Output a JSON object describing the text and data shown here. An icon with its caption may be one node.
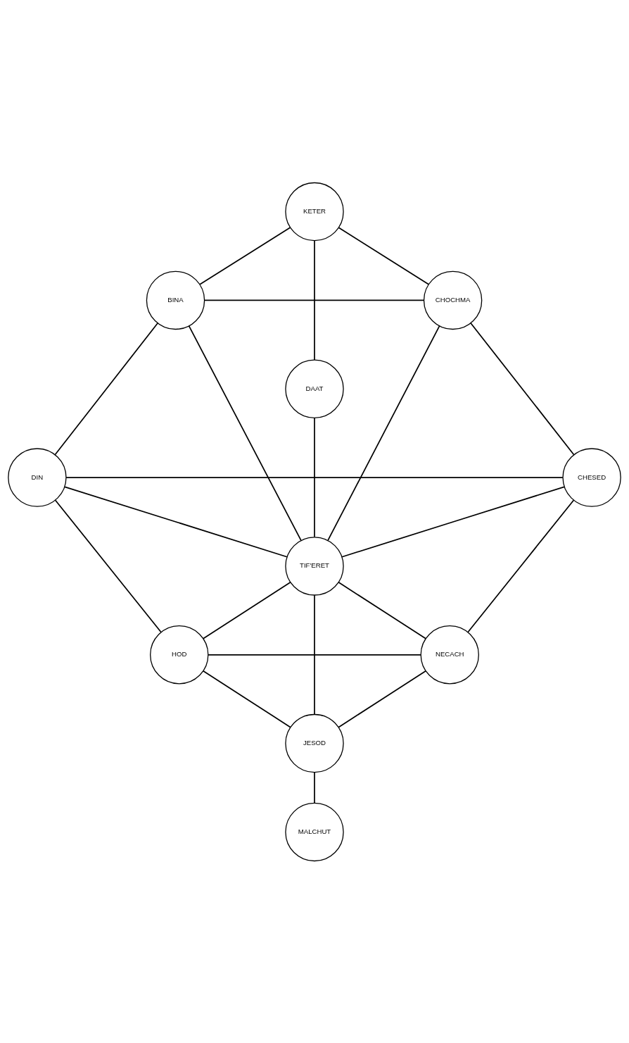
{
  "diagram": {
    "nodes": [
      {
        "text": [
          "KETER"
        ]
      },
      {
        "text": [
          "BINA"
        ]
      },
      {
        "text": [
          "CHOCHMA"
        ]
      },
      {
        "text": [
          "DAAT"
        ]
      },
      {
        "text": [
          "DIN"
        ]
      },
      {
        "text": [
          "CHESED"
        ]
      },
      {
        "text": [
          "TIF'ERET"
        ]
      },
      {
        "text": [
          "HOD"
        ]
      },
      {
        "text": [
          "NECACH"
        ]
      },
      {
        "text": [
          "JESOD"
        ]
      },
      {
        "text": [
          "MALCHUT"
        ]
      }
    ],
    "edges": [
      {
        "from": 0,
        "to": 1,
        "arrow": "none"
      },
      {
        "from": 0,
        "to": 2,
        "arrow": "none"
      },
      {
        "from": 0,
        "to": 3,
        "arrow": "none"
      },
      {
        "from": 1,
        "to": 2,
        "arrow": "none"
      },
      {
        "from": 1,
        "to": 4,
        "arrow": "none"
      },
      {
        "from": 1,
        "to": 6,
        "arrow": "none"
      },
      {
        "from": 2,
        "to": 5,
        "arrow": "none"
      },
      {
        "from": 2,
        "to": 6,
        "arrow": "none"
      },
      {
        "from": 3,
        "to": 6,
        "arrow": "none"
      },
      {
        "from": 4,
        "to": 5,
        "arrow": "none"
      },
      {
        "from": 4,
        "to": 6,
        "arrow": "none"
      },
      {
        "from": 5,
        "to": 6,
        "arrow": "none"
      },
      {
        "from": 4,
        "to": 7,
        "arrow": "none"
      },
      {
        "from": 5,
        "to": 8,
        "arrow": "none"
      },
      {
        "from": 6,
        "to": 7,
        "arrow": "none"
      },
      {
        "from": 6,
        "to": 8,
        "arrow": "none"
      },
      {
        "from": 7,
        "to": 8,
        "arrow": "none"
      },
      {
        "from": 7,
        "to": 9,
        "arrow": "none"
      },
      {
        "from": 8,
        "to": 9,
        "arrow": "none"
      },
      {
        "from": 6,
        "to": 9,
        "arrow": "none"
      },
      {
        "from": 9,
        "to": 10,
        "arrow": "none"
      }
    ]
  }
}
